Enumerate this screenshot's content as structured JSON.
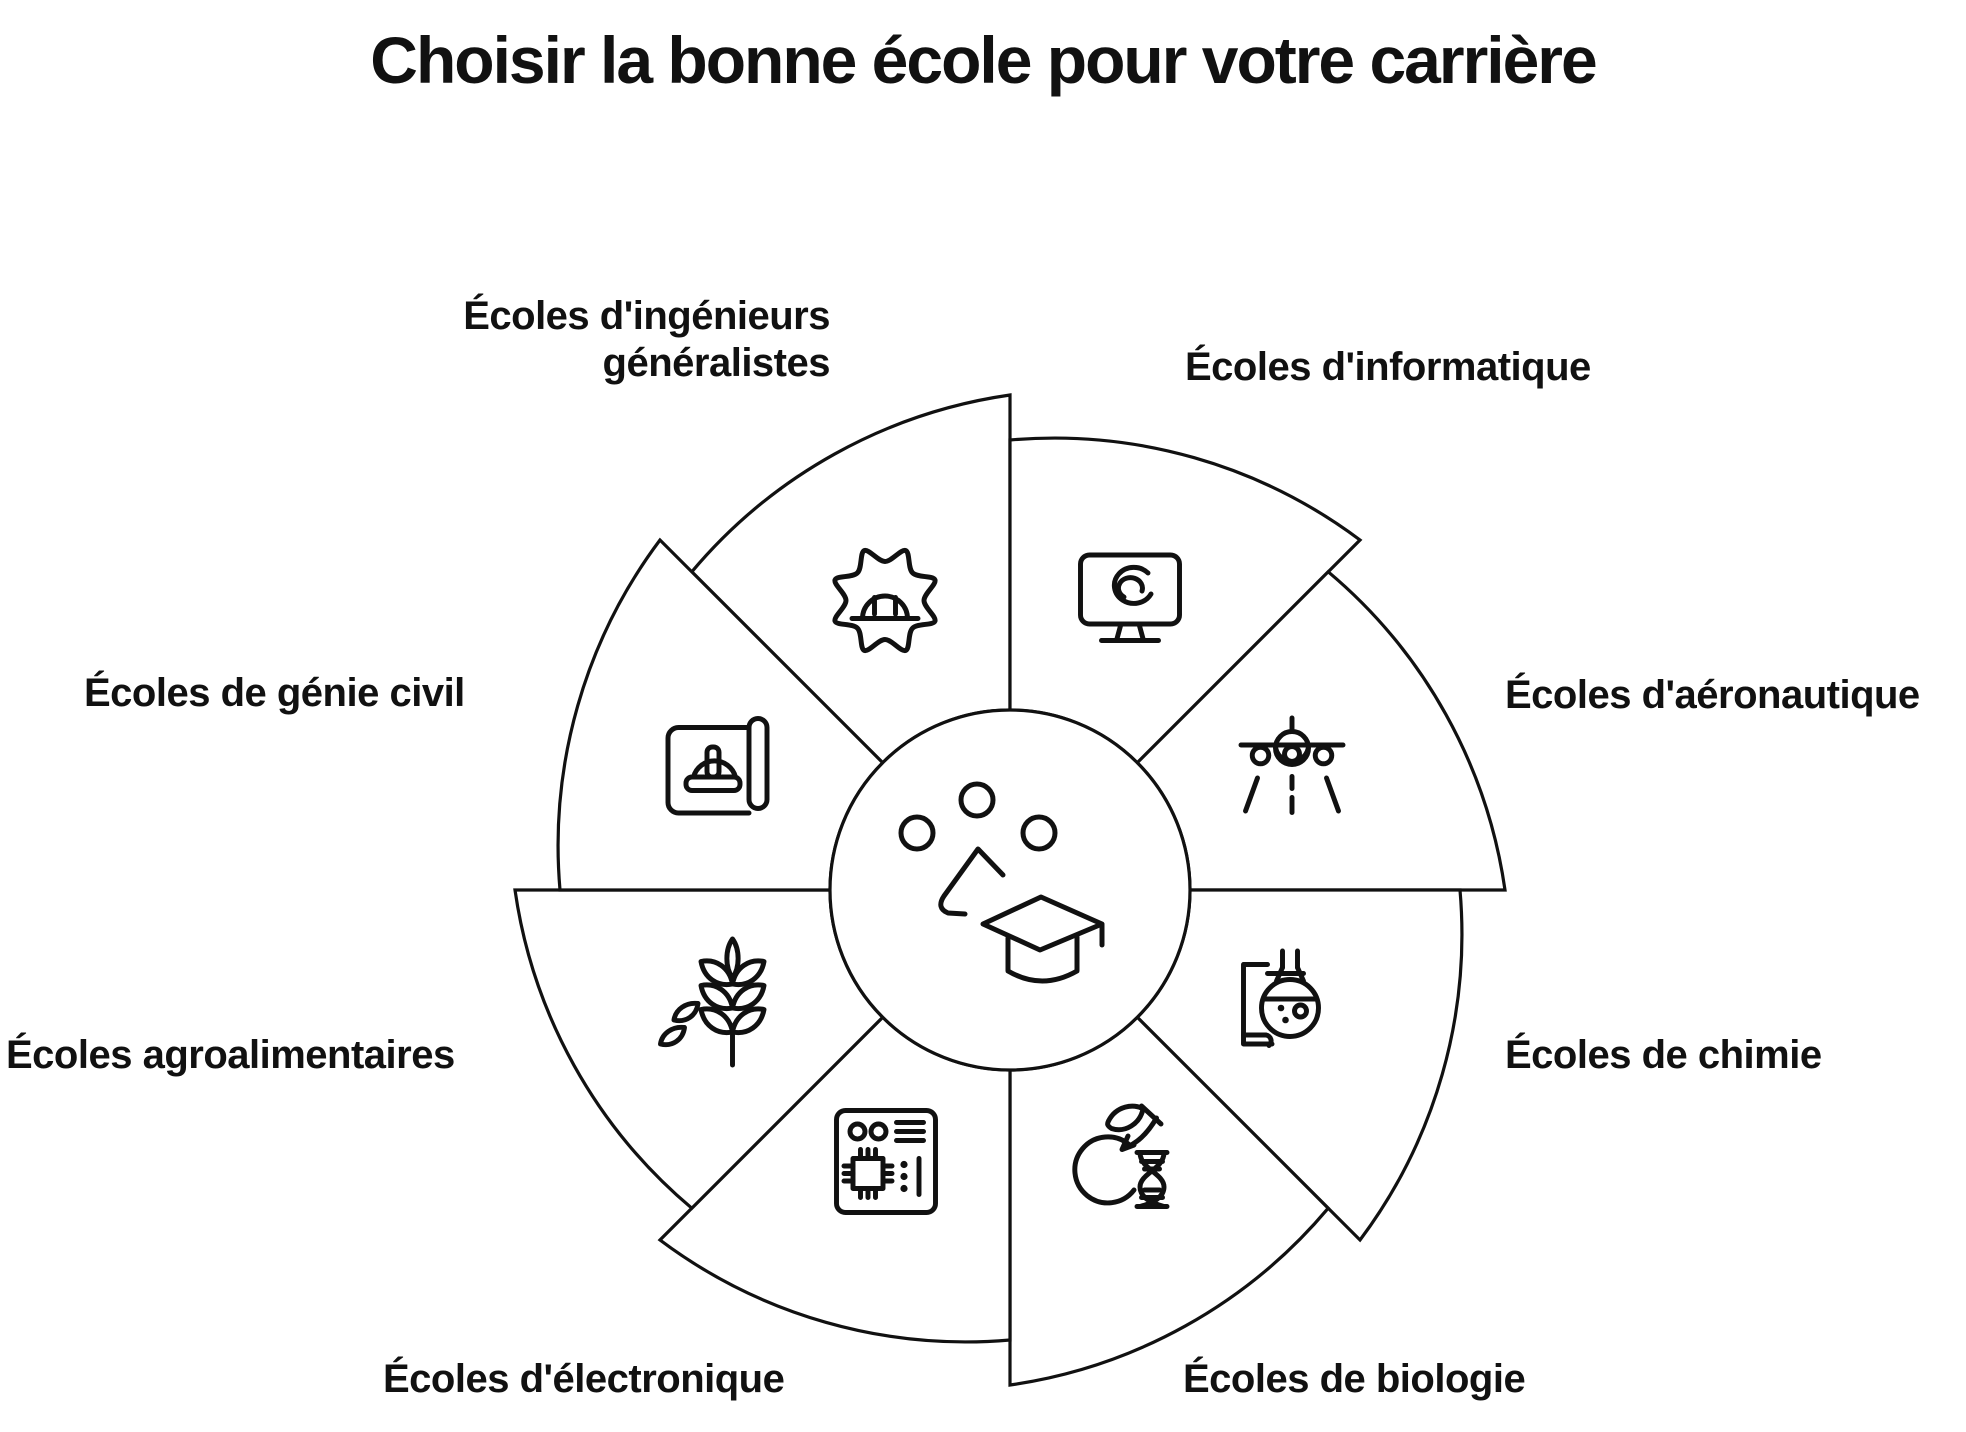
{
  "title": "Choisir la bonne école pour votre carrière",
  "diagram": {
    "center_icon": "graduation-cap-choice-icon",
    "segments": [
      {
        "id": "ingenieurs-generalistes",
        "label": "Écoles d'ingénieurs généralistes",
        "icon": "gear-hardhat-icon"
      },
      {
        "id": "informatique",
        "label": "Écoles d'informatique",
        "icon": "computer-swirl-icon"
      },
      {
        "id": "aeronautique",
        "label": "Écoles d'aéronautique",
        "icon": "airplane-runway-icon"
      },
      {
        "id": "chimie",
        "label": "Écoles de chimie",
        "icon": "flask-stand-icon"
      },
      {
        "id": "biologie",
        "label": "Écoles de biologie",
        "icon": "apple-dna-icon"
      },
      {
        "id": "electronique",
        "label": "Écoles d'électronique",
        "icon": "circuit-board-icon"
      },
      {
        "id": "agroalimentaires",
        "label": "Écoles agroalimentaires",
        "icon": "wheat-icon"
      },
      {
        "id": "genie-civil",
        "label": "Écoles de génie civil",
        "icon": "blueprint-hardhat-icon"
      }
    ]
  },
  "colors": {
    "stroke": "#111111",
    "background": "#ffffff",
    "text": "#111111"
  }
}
